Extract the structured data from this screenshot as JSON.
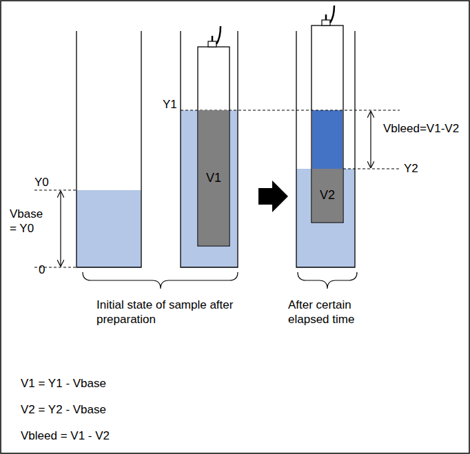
{
  "diagram": {
    "nodes": [
      {
        "text": [
          "V1"
        ]
      },
      {
        "text": [
          "V2"
        ]
      }
    ],
    "labels": [
      "Y1",
      "Y0",
      "Vbase = Y0",
      "0",
      "Vbleed=V1-V2",
      "Y2",
      "Initial state of sample after preparation",
      "After certain elapsed time",
      "V1 = Y1 - Vbase",
      "V2 = Y2 - Vbase",
      "Vbleed = V1 - V2"
    ]
  }
}
